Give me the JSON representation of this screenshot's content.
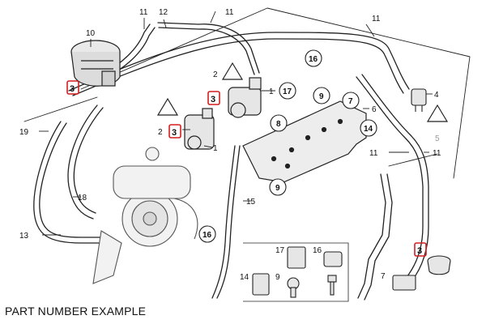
{
  "caption": "PART NUMBER EXAMPLE",
  "colors": {
    "line": "#222222",
    "highlight": "#d21f1f",
    "muted": "#9a9a9a",
    "part_fill": "#e9e9e9"
  },
  "icons": [
    "warning-triangle-icon",
    "hose-clip-icon",
    "bolt-icon",
    "cap-icon"
  ],
  "callouts": {
    "l11a": "11",
    "l12": "12",
    "l11b": "11",
    "l11c": "11",
    "l10": "10",
    "l2a": "2",
    "l1a": "1",
    "l4": "4",
    "l5": "5",
    "l6": "6",
    "l2b": "2",
    "l1b": "1",
    "l19": "19",
    "l11d": "11",
    "l11e": "11",
    "l18": "18",
    "l15": "15",
    "l13": "13",
    "l3a": "3",
    "l3b": "3",
    "l3c": "3",
    "l3d": "3",
    "c16a": "16",
    "c17": "17",
    "c9a": "9",
    "c7": "7",
    "c8": "8",
    "c14": "14",
    "c9b": "9",
    "c16b": "16",
    "k17": "17",
    "k16": "16",
    "k14": "14",
    "k9": "9",
    "k7": "7"
  }
}
